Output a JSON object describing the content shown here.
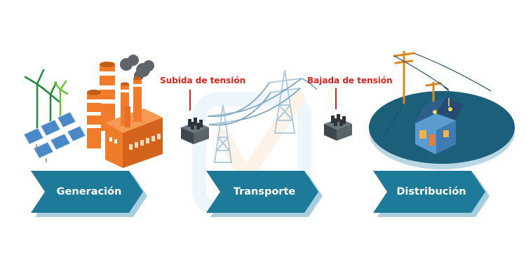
{
  "steps": [
    {
      "label": "Generación"
    },
    {
      "label": "Transporte"
    },
    {
      "label": "Distribución"
    }
  ],
  "annotations": {
    "step_up": "Subida de tensión",
    "step_down": "Bajada de tensión"
  },
  "colors": {
    "arrow_front": "#1d7a99",
    "arrow_shadow": "#a8cddc",
    "annotation": "#d9261c",
    "factory": "#f07b2a",
    "chimney_stripe": "#ffffff",
    "solar": "#4a88c7",
    "turbine": "#1e8c3a",
    "tower": "#b8d3e4",
    "base_disc": "#1b5f7a",
    "house": "#4a8fc4",
    "roof": "#2e5f8a",
    "transformer": "#4c5760"
  },
  "icons": {
    "generation": "power-plant-icon",
    "transport": "transmission-tower-icon",
    "distribution": "house-grid-icon",
    "transformer": "transformer-icon"
  }
}
